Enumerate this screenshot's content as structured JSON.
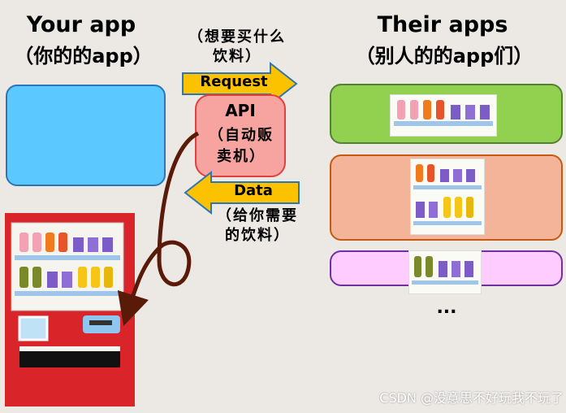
{
  "left": {
    "title": "Your app",
    "subtitle": "（你的的app）"
  },
  "right": {
    "title": "Their apps",
    "subtitle": "（别人的的app们）",
    "ellipsis": "..."
  },
  "middle": {
    "request_note": "（想要买什么饮料）",
    "request_label": "Request",
    "api_label": "API",
    "api_desc": "（自动贩卖机）",
    "data_label": "Data",
    "data_note": "（给你需要的饮料）"
  },
  "watermark": "CSDN @没意思不好玩我不玩了",
  "colors": {
    "your_app_fill": "#5bc8ff",
    "api_fill": "#f7a3a0",
    "arrow_fill": "#fcc200",
    "app1_fill": "#92d050",
    "app2_fill": "#f4b499",
    "app3_fill": "#ffccff",
    "machine_red": "#d9252a"
  }
}
